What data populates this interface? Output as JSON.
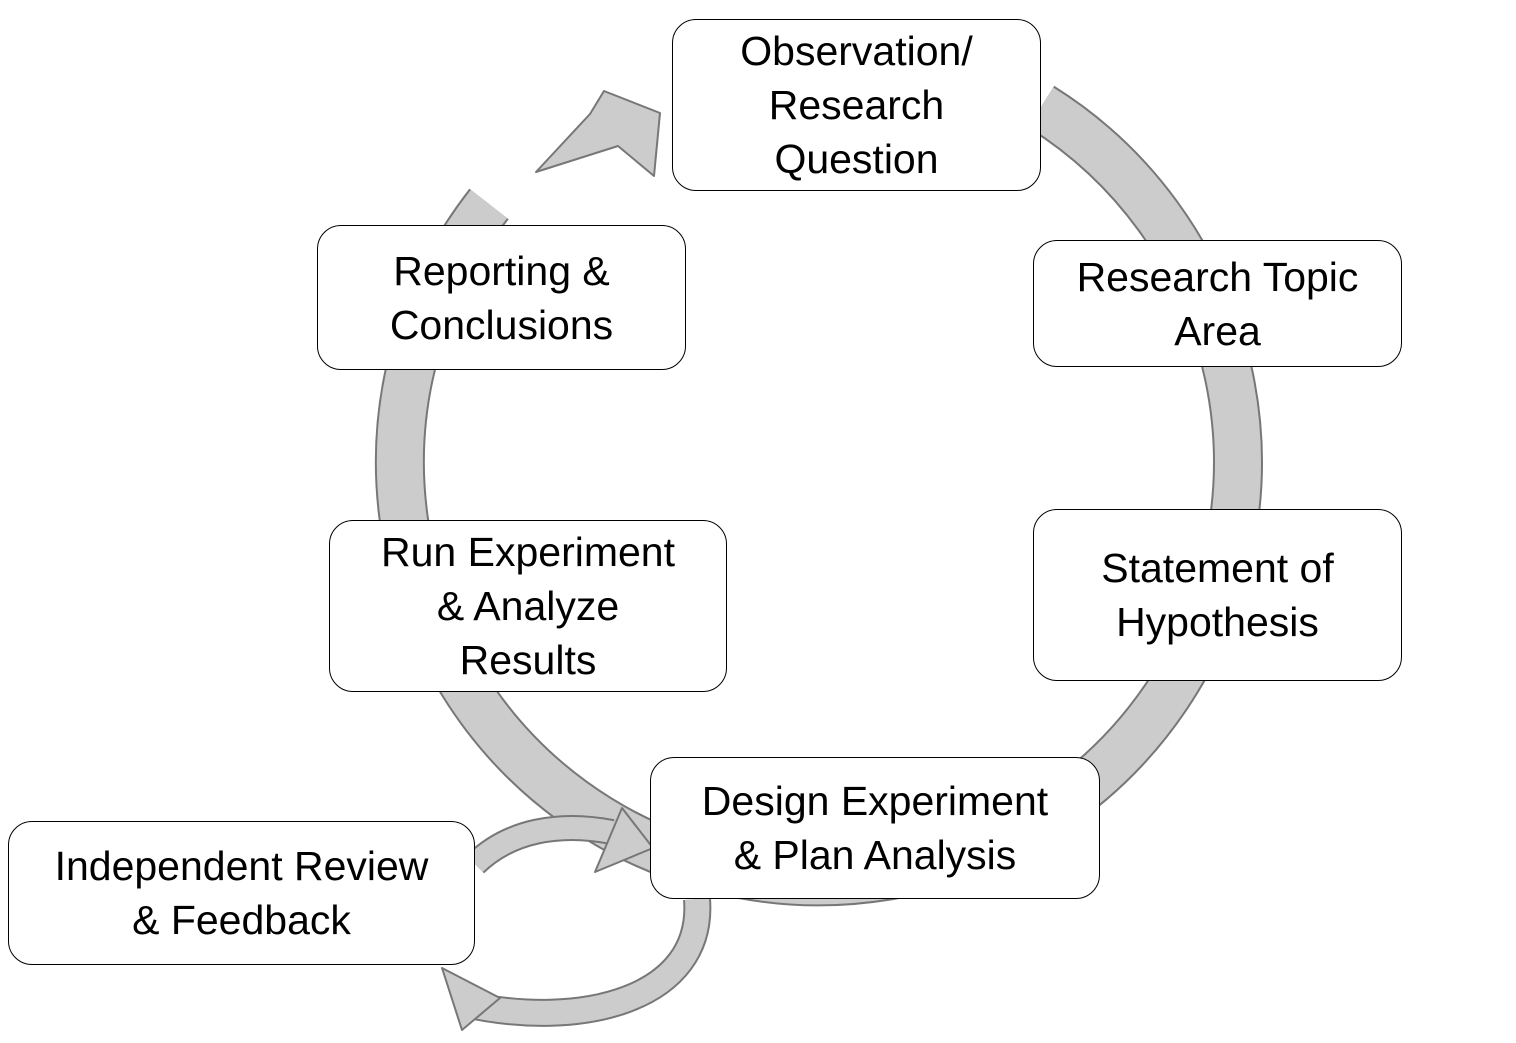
{
  "diagram": {
    "type": "cycle",
    "arrow_fill": "#cccccc",
    "arrow_stroke": "#777777",
    "box_border": "#000000",
    "nodes": {
      "observation": "Observation/\nResearch\nQuestion",
      "topic": "Research Topic\nArea",
      "hypothesis": "Statement of\nHypothesis",
      "design": "Design Experiment\n& Plan Analysis",
      "run": "Run Experiment\n& Analyze\nResults",
      "reporting": "Reporting &\nConclusions",
      "review": "Independent Review\n& Feedback"
    },
    "main_cycle_order": [
      "observation",
      "topic",
      "hypothesis",
      "design",
      "run",
      "reporting"
    ],
    "feedback_loop": [
      "design",
      "review",
      "design"
    ]
  }
}
